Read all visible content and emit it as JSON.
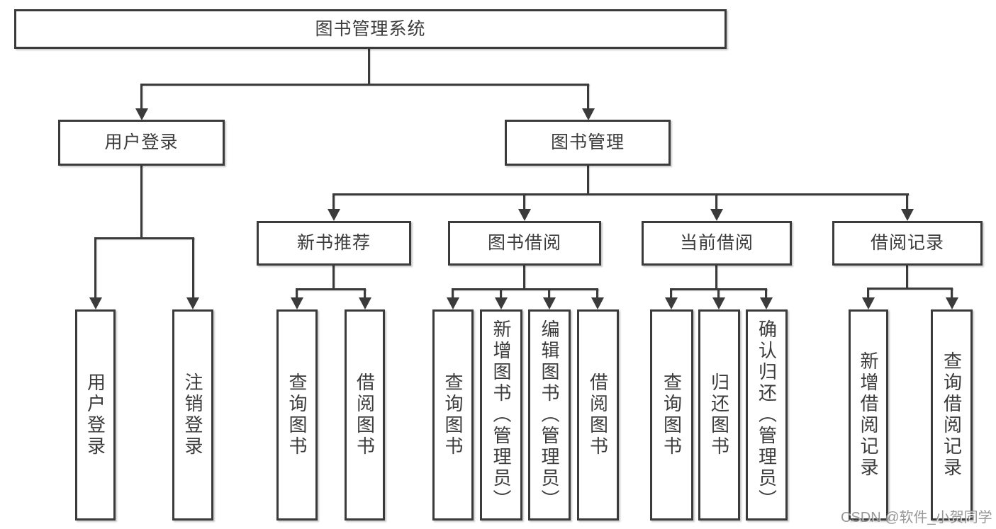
{
  "diagram_type": "hierarchy-tree",
  "nodes": {
    "root": "图书管理系统",
    "user_login": "用户登录",
    "book_mgmt": "图书管理",
    "new_book_recommend": "新书推荐",
    "book_borrow": "图书借阅",
    "current_borrow": "当前借阅",
    "borrow_record": "借阅记录",
    "leaf_user_login": "用户登录",
    "leaf_logout": "注销登录",
    "leaf_query_books_1": "查询图书",
    "leaf_borrow_books_1": "借阅图书",
    "leaf_query_books_2": "查询图书",
    "leaf_add_books_admin": "新增图书（管理员）",
    "leaf_edit_books_admin": "编辑图书（管理员）",
    "leaf_borrow_books_2": "借阅图书",
    "leaf_query_books_3": "查询图书",
    "leaf_return_books": "归还图书",
    "leaf_confirm_return_admin": "确认归还（管理员）",
    "leaf_add_borrow_record": "新增借阅记录",
    "leaf_query_borrow_record": "查询借阅记录"
  },
  "edges": [
    {
      "from": "图书管理系统",
      "to": "用户登录"
    },
    {
      "from": "图书管理系统",
      "to": "图书管理"
    },
    {
      "from": "用户登录",
      "to": "用户登录"
    },
    {
      "from": "用户登录",
      "to": "注销登录"
    },
    {
      "from": "图书管理",
      "to": "新书推荐"
    },
    {
      "from": "图书管理",
      "to": "图书借阅"
    },
    {
      "from": "图书管理",
      "to": "当前借阅"
    },
    {
      "from": "图书管理",
      "to": "借阅记录"
    },
    {
      "from": "新书推荐",
      "to": "查询图书"
    },
    {
      "from": "新书推荐",
      "to": "借阅图书"
    },
    {
      "from": "图书借阅",
      "to": "查询图书"
    },
    {
      "from": "图书借阅",
      "to": "新增图书（管理员）"
    },
    {
      "from": "图书借阅",
      "to": "编辑图书（管理员）"
    },
    {
      "from": "图书借阅",
      "to": "借阅图书"
    },
    {
      "from": "当前借阅",
      "to": "查询图书"
    },
    {
      "from": "当前借阅",
      "to": "归还图书"
    },
    {
      "from": "当前借阅",
      "to": "确认归还（管理员）"
    },
    {
      "from": "借阅记录",
      "to": "新增借阅记录"
    },
    {
      "from": "借阅记录",
      "to": "查询借阅记录"
    }
  ],
  "colors": {
    "line": "#3b3b3b",
    "box_border": "#3b3b3b",
    "text": "#3c3c3c",
    "background": "#ffffff",
    "watermark": "#808080"
  },
  "watermark": "CSDN @软件_小贺同学"
}
